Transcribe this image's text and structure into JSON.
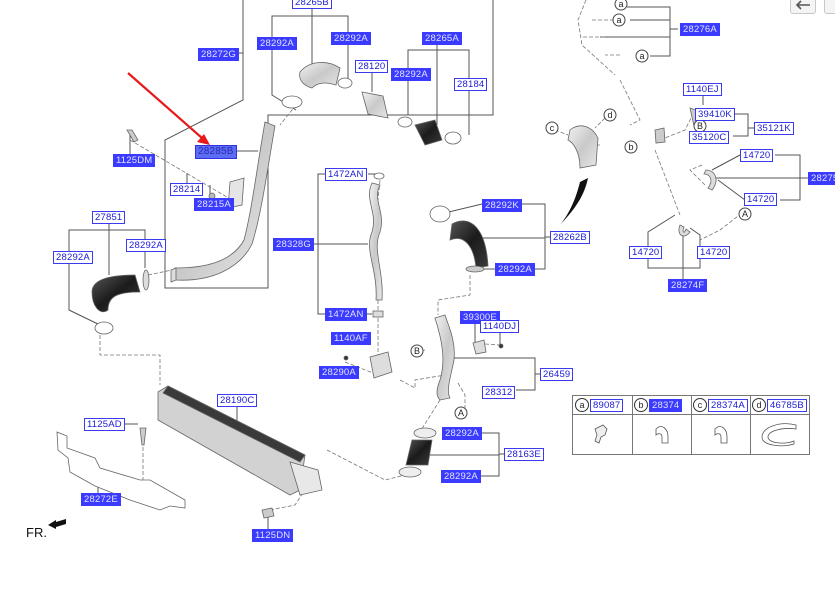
{
  "diagram": {
    "title": "Intercooler / Turbo Charger Hose & Pipe Parts Diagram",
    "front_indicator": "FR.",
    "selected_part": "28285B",
    "accent_color": "#3b3bff",
    "arrow_color": "#e8191b",
    "labels": [
      {
        "id": "28265B-top",
        "text": "28265B"
      },
      {
        "id": "28272G",
        "text": "28272G"
      },
      {
        "id": "28292A-1",
        "text": "28292A"
      },
      {
        "id": "28292A-2",
        "text": "28292A"
      },
      {
        "id": "28120",
        "text": "28120"
      },
      {
        "id": "28292A-3",
        "text": "28292A"
      },
      {
        "id": "28265A",
        "text": "28265A"
      },
      {
        "id": "28184",
        "text": "28184"
      },
      {
        "id": "28285B",
        "text": "28285B"
      },
      {
        "id": "1125DM",
        "text": "1125DM"
      },
      {
        "id": "28214",
        "text": "28214"
      },
      {
        "id": "28215A",
        "text": "28215A"
      },
      {
        "id": "27851",
        "text": "27851"
      },
      {
        "id": "28292A-4",
        "text": "28292A"
      },
      {
        "id": "28292A-5",
        "text": "28292A"
      },
      {
        "id": "1472AN-1",
        "text": "1472AN"
      },
      {
        "id": "28328G",
        "text": "28328G"
      },
      {
        "id": "1472AN-2",
        "text": "1472AN"
      },
      {
        "id": "1140AF",
        "text": "1140AF"
      },
      {
        "id": "28290A",
        "text": "28290A"
      },
      {
        "id": "28292K",
        "text": "28292K"
      },
      {
        "id": "28262B",
        "text": "28262B"
      },
      {
        "id": "28292A-6",
        "text": "28292A"
      },
      {
        "id": "39300E",
        "text": "39300E"
      },
      {
        "id": "1140DJ",
        "text": "1140DJ"
      },
      {
        "id": "26459",
        "text": "26459"
      },
      {
        "id": "28312",
        "text": "28312"
      },
      {
        "id": "28292A-7",
        "text": "28292A"
      },
      {
        "id": "28163E",
        "text": "28163E"
      },
      {
        "id": "28292A-8",
        "text": "28292A"
      },
      {
        "id": "28190C",
        "text": "28190C"
      },
      {
        "id": "1125AD",
        "text": "1125AD"
      },
      {
        "id": "28272E",
        "text": "28272E"
      },
      {
        "id": "1125DN",
        "text": "1125DN"
      },
      {
        "id": "28276A",
        "text": "28276A"
      },
      {
        "id": "1140EJ",
        "text": "1140EJ"
      },
      {
        "id": "39410K",
        "text": "39410K"
      },
      {
        "id": "35121K",
        "text": "35121K"
      },
      {
        "id": "35120C",
        "text": "35120C"
      },
      {
        "id": "14720-1",
        "text": "14720"
      },
      {
        "id": "28275",
        "text": "28275"
      },
      {
        "id": "14720-2",
        "text": "14720"
      },
      {
        "id": "14720-3",
        "text": "14720"
      },
      {
        "id": "14720-4",
        "text": "14720"
      },
      {
        "id": "28274F",
        "text": "28274F"
      }
    ],
    "callouts": {
      "a": "a",
      "b": "b",
      "c": "c",
      "d": "d",
      "A": "A",
      "B": "B"
    },
    "legend": [
      {
        "key": "a",
        "part": "89087"
      },
      {
        "key": "b",
        "part": "28374"
      },
      {
        "key": "c",
        "part": "28374A"
      },
      {
        "key": "d",
        "part": "46785B"
      }
    ]
  },
  "nav": {
    "back_icon": "arrow-left-icon",
    "next_icon": "arrow-right-icon"
  }
}
